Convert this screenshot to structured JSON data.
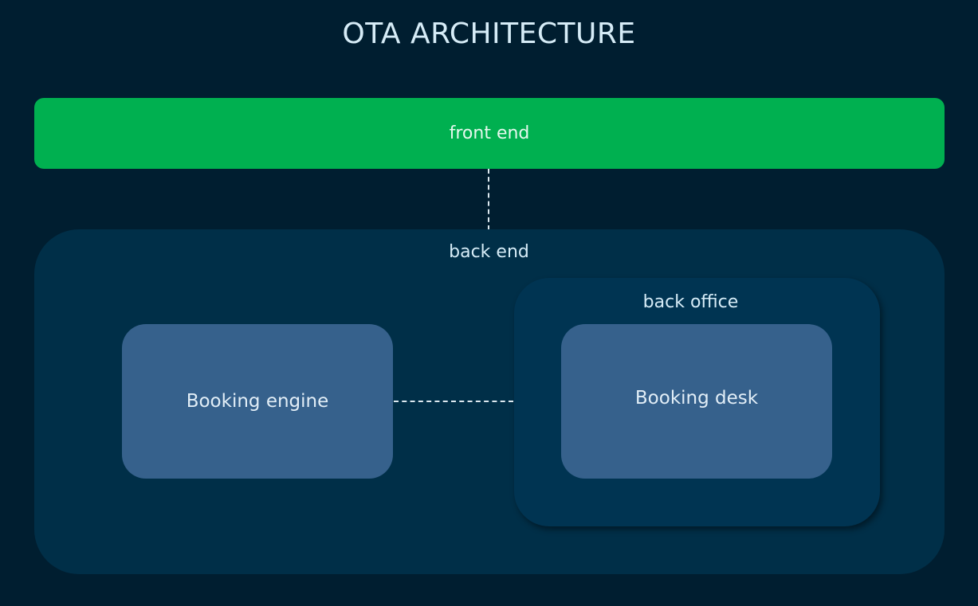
{
  "diagram": {
    "title": "OTA ARCHITECTURE",
    "nodes": {
      "front_end": "front end",
      "back_end": "back end",
      "back_office": "back office",
      "booking_engine": "Booking engine",
      "booking_desk": "Booking desk"
    },
    "edges": [
      {
        "from": "front end",
        "to": "back end",
        "style": "dashed"
      },
      {
        "from": "Booking engine",
        "to": "back office",
        "style": "dashed"
      }
    ],
    "colors": {
      "background": "#001e30",
      "front_end": "#00b050",
      "back_end": "#002f48",
      "back_office": "#003452",
      "box": "#36618c",
      "text": "#d6ecf7"
    }
  }
}
